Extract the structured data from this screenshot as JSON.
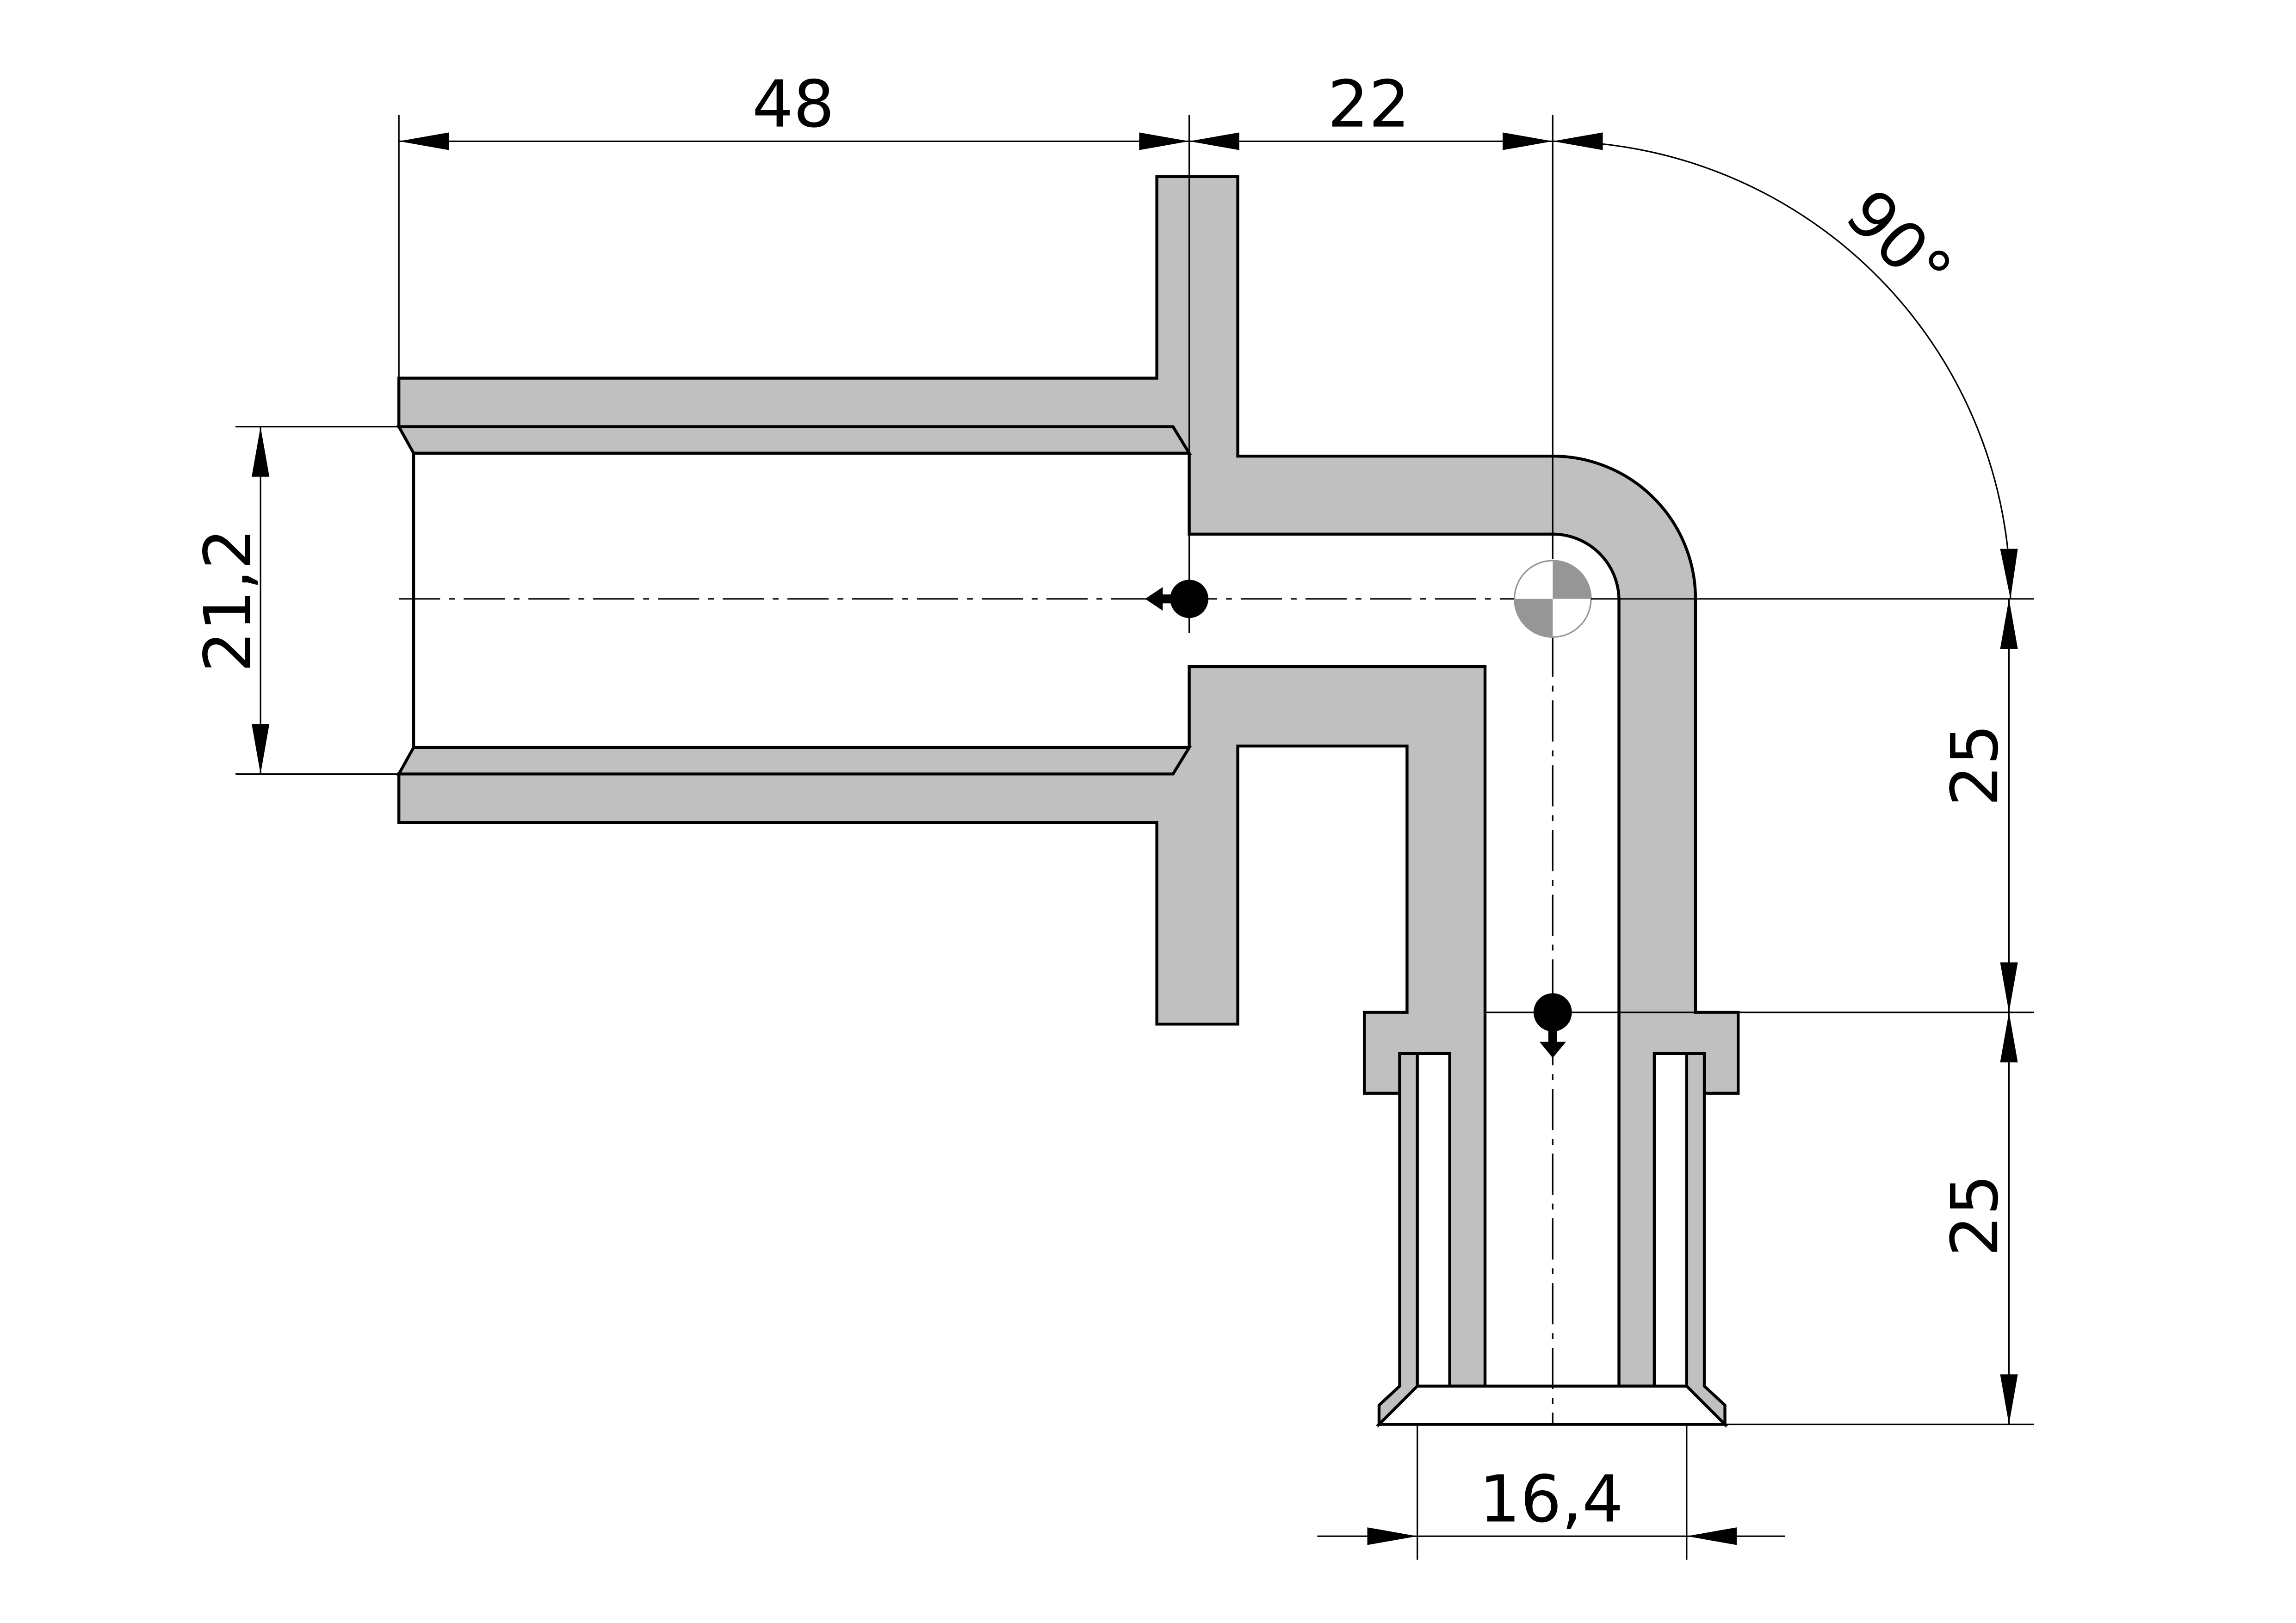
{
  "dimensions": {
    "length_left": "48",
    "length_right": "22",
    "angle": "90°",
    "bore_diameter": "21,2",
    "height_upper": "25",
    "height_lower": "25",
    "outlet_diameter": "16,4"
  },
  "colors": {
    "section_fill": "#c0c0c0",
    "line": "#000000",
    "center_mark": "#969696"
  }
}
